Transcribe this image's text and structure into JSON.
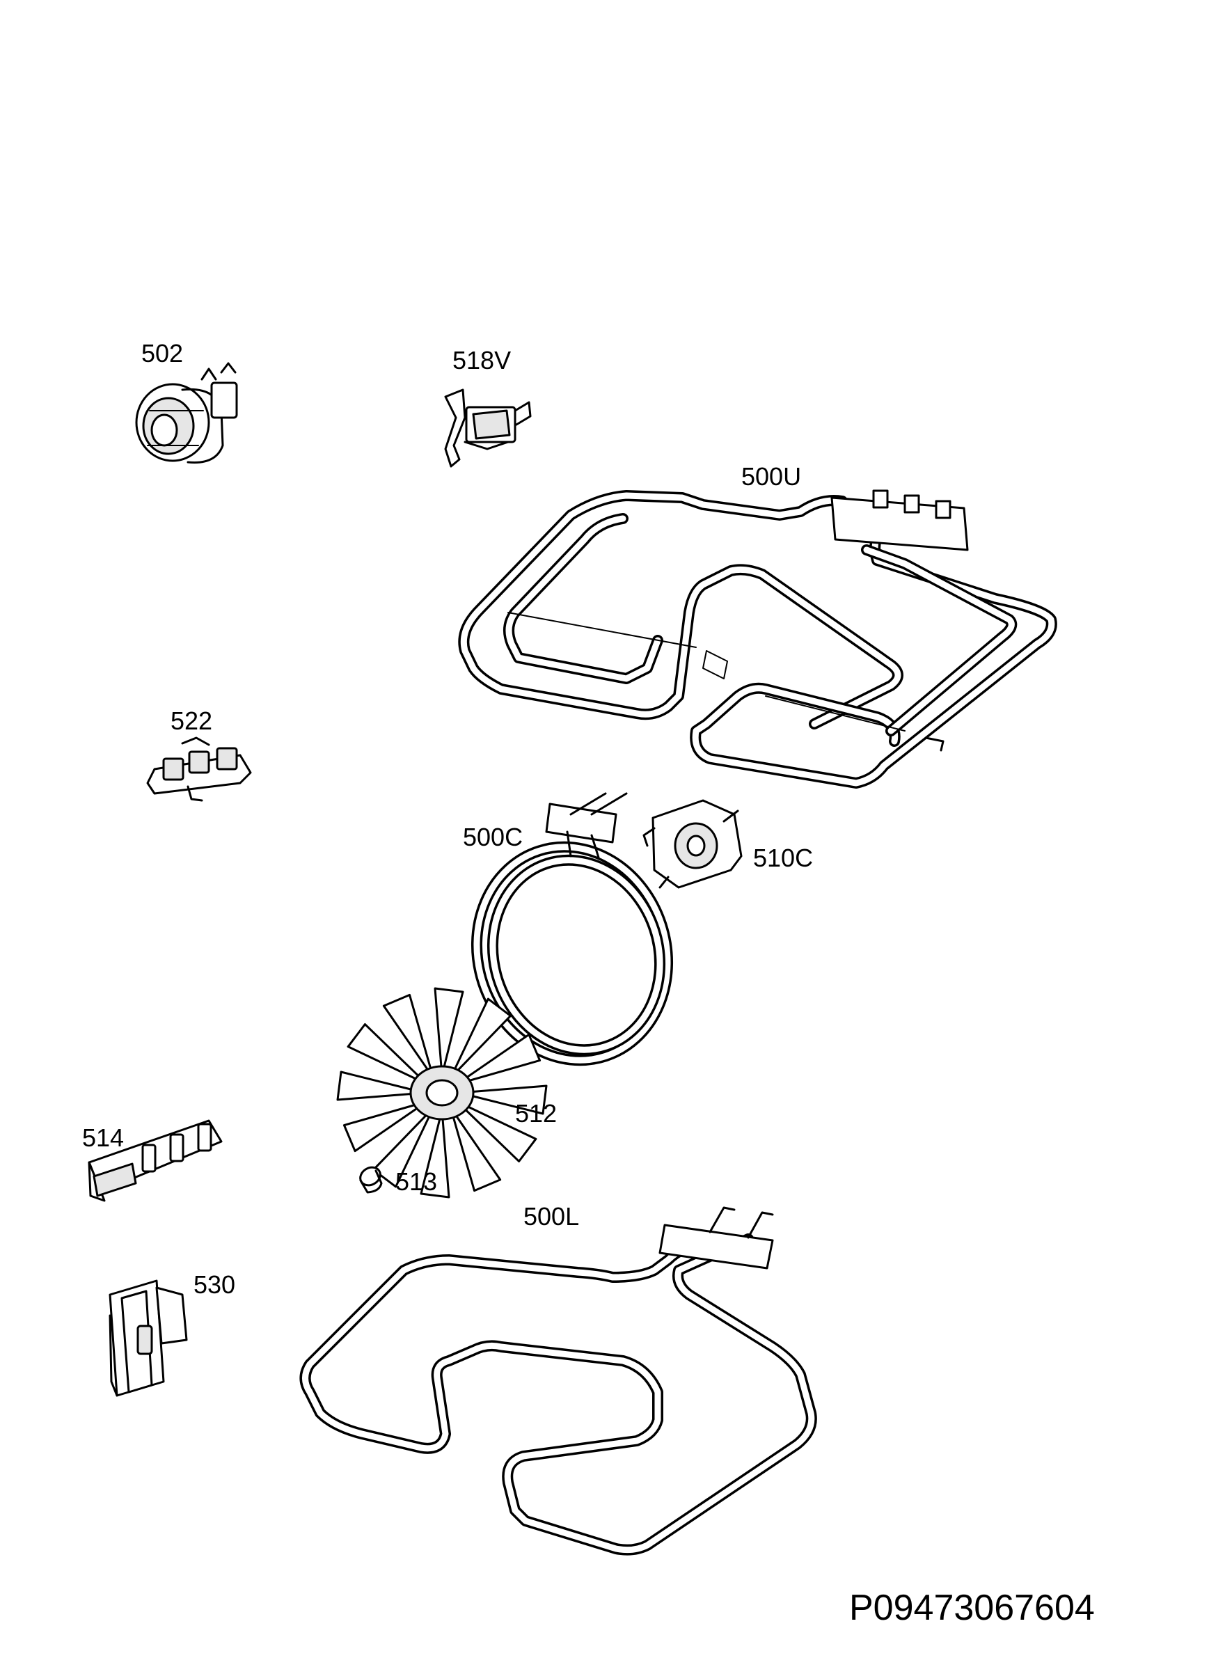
{
  "diagram": {
    "document_code": "P09473067604",
    "parts": [
      {
        "id": "502",
        "label": "502",
        "icon": "thermostat-knob-icon"
      },
      {
        "id": "518V",
        "label": "518V",
        "icon": "thermal-cutout-icon"
      },
      {
        "id": "500U",
        "label": "500U",
        "icon": "upper-heating-element-icon"
      },
      {
        "id": "522",
        "label": "522",
        "icon": "terminal-connector-icon"
      },
      {
        "id": "500C",
        "label": "500C",
        "icon": "circular-heating-element-icon"
      },
      {
        "id": "510C",
        "label": "510C",
        "icon": "fan-motor-icon"
      },
      {
        "id": "512",
        "label": "512",
        "icon": "fan-blade-icon"
      },
      {
        "id": "513",
        "label": "513",
        "icon": "nut-icon"
      },
      {
        "id": "514",
        "label": "514",
        "icon": "switch-block-icon"
      },
      {
        "id": "500L",
        "label": "500L",
        "icon": "lower-heating-element-icon"
      },
      {
        "id": "530",
        "label": "530",
        "icon": "cable-holder-icon"
      }
    ]
  }
}
